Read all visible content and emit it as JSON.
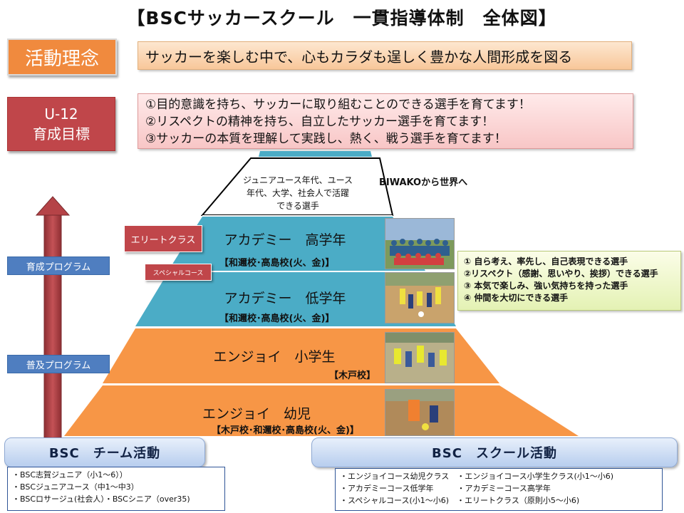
{
  "title": "【BSCサッカースクール　一貫指導体制　全体図】",
  "philosophy": {
    "label": "活動理念",
    "text": "サッカーを楽しむ中で、心もカラダも逞しく豊かな人間形成を図る"
  },
  "u12": {
    "label_line1": "U-12",
    "label_line2": "育成目標",
    "goals": [
      "①目的意識を持ち、サッカーに取り組むことのできる選手を育てます！",
      "②リスペクトの精神を持ち、自立したサッカー選手を育てます！",
      "③サッカーの本質を理解して実践し、熱く、戦う選手を育てます！"
    ]
  },
  "pyramid": {
    "top_text": [
      "ジュニアユース年代、ユース",
      "年代、大学、社会人で活躍",
      "できる選手"
    ],
    "top_caption": "BIWAKOから世界へ",
    "tiers": [
      {
        "title": "アカデミー　高学年",
        "sub": "【和邇校･高島校(火、金)】",
        "color": "#4bacc6"
      },
      {
        "title": "アカデミー　低学年",
        "sub": "【和邇校･高島校(火、金)】",
        "color": "#4bacc6"
      },
      {
        "title": "エンジョイ　小学生",
        "sub": "【木戸校】",
        "color": "#f79646"
      },
      {
        "title": "エンジョイ　幼児",
        "sub": "【木戸校･和邇校･高島校(火、金)】",
        "color": "#f79646"
      }
    ],
    "tags": {
      "elite": "エリートクラス",
      "special": "スペシャルコース"
    },
    "programs": {
      "growth": "育成プログラム",
      "popular": "普及プログラム"
    }
  },
  "summary_points": [
    "① 自ら考え、率先し、自己表現できる選手",
    "②リスペクト（感謝、思いやり、挨拶）できる選手",
    "③ 本気で楽しみ、強い気持ちを持った選手",
    "④ 仲間を大切にできる選手"
  ],
  "team": {
    "label": "BSC　チーム活動",
    "items": [
      "・BSC志賀ジュニア（小1～6））",
      "・BSCジュニアユース（中1～中3）",
      "・BSCロサージュ(社会人）・BSCシニア（over35)"
    ]
  },
  "school": {
    "label": "BSC　スクール活動",
    "items": [
      "・エンジョイコース幼児クラス　・エンジョイコース小学生クラス(小1～小6)",
      "・アカデミーコース低学年　　　・アカデミーコース高学年",
      "・スペシャルコース(小1～小6)　・エリートクラス（原則小5～小6)"
    ]
  },
  "colors": {
    "teal": "#4bacc6",
    "orange": "#f79646",
    "red": "#c0464a",
    "blue": "#4f7ec0"
  }
}
